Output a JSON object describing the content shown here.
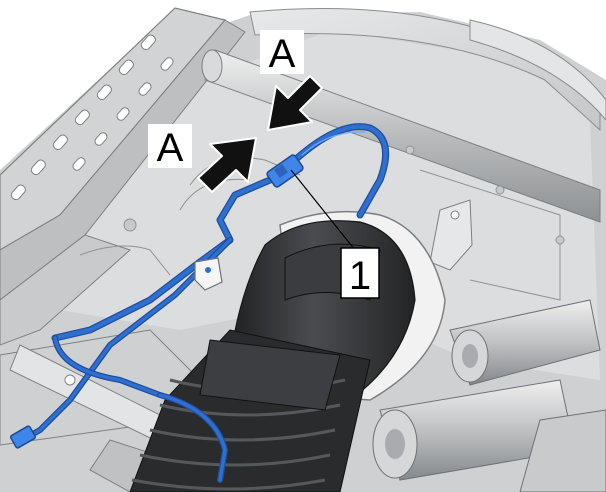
{
  "callouts": {
    "arrow_label_upper": "A",
    "arrow_label_lower": "A",
    "part_number": "1"
  },
  "colors": {
    "harness": "#2f6fd0",
    "harness_highlight": "#6aa8ff",
    "metal_light": "#d9dadb",
    "metal_mid": "#b8babc",
    "metal_dark": "#7d8083",
    "rubber_dark": "#2c2d2f",
    "background": "#ffffff"
  }
}
